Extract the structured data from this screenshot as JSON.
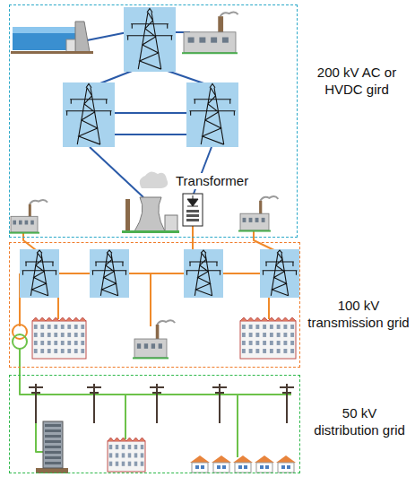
{
  "diagram": {
    "nodes": [
      {
        "text": [
          "200 kV AC or HVDC gird"
        ]
      },
      {
        "text": [
          "100 kV transmission grid"
        ]
      },
      {
        "text": [
          "50 kV distribution grid"
        ]
      }
    ],
    "labels": [
      "Transformer"
    ]
  }
}
